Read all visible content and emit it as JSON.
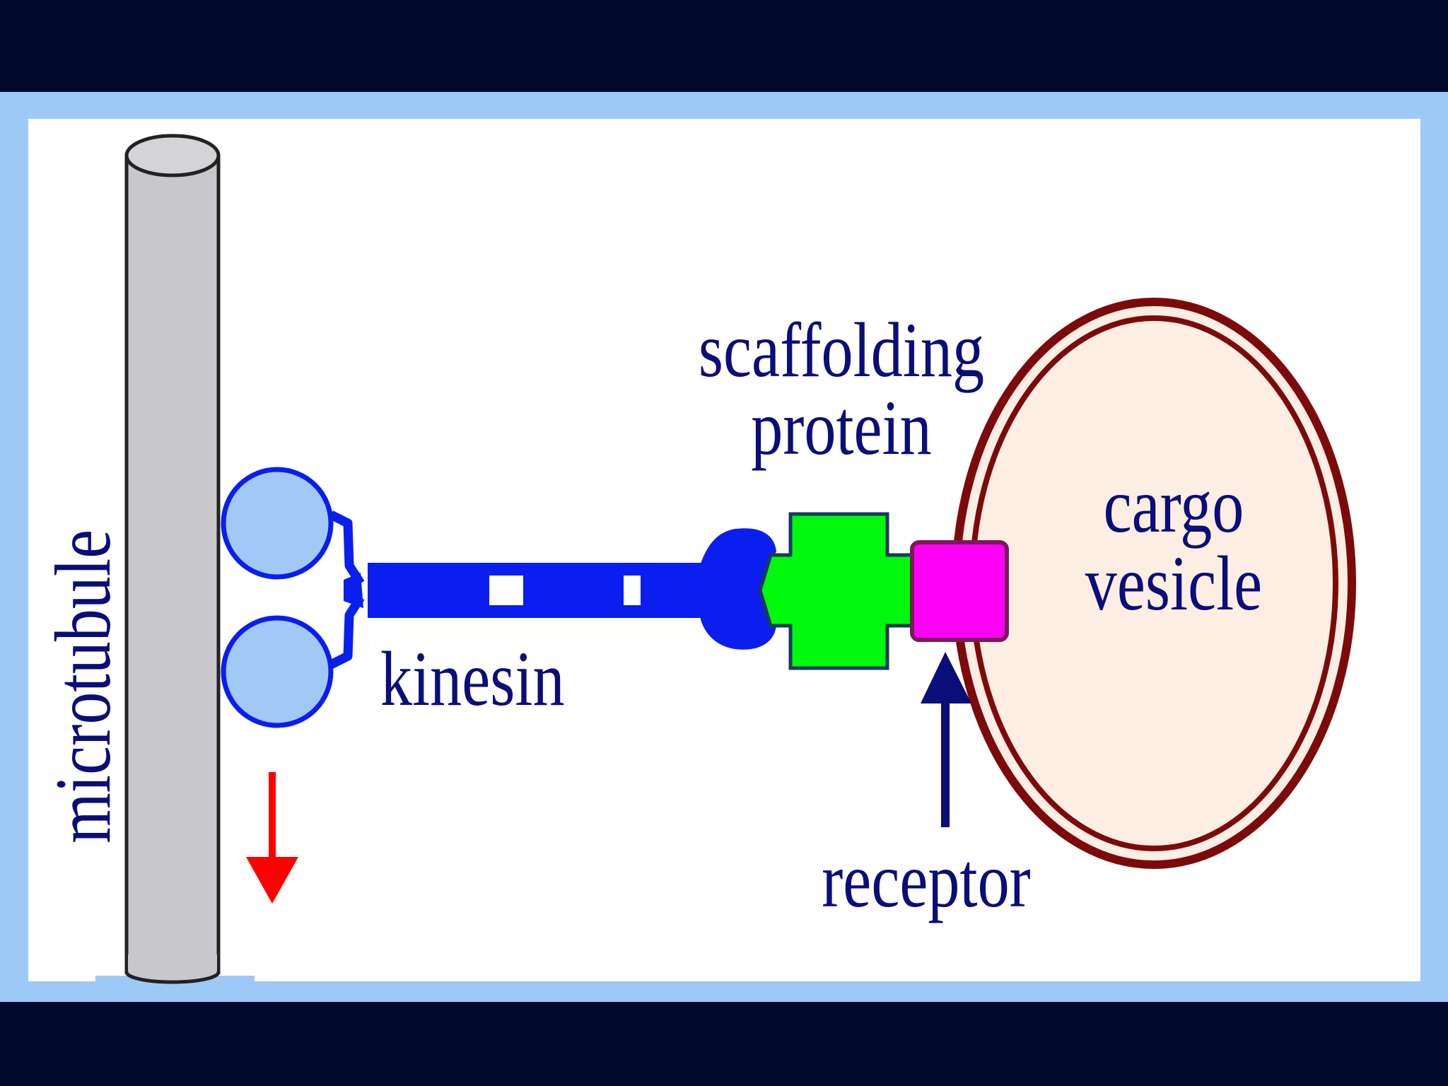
{
  "labels": {
    "microtubule": "microtubule",
    "kinesin": "kinesin",
    "scaffold_line1": "scaffolding",
    "scaffold_line2": "protein",
    "cargo_line1": "cargo",
    "cargo_line2": "vesicle",
    "receptor": "receptor"
  },
  "colors": {
    "background": "#010a2c",
    "frame": "#9dc9f7",
    "microtubule": "#c8c8cc",
    "kinesin": "#0a1ef0",
    "kinesin_head": "#a2c8f5",
    "scaffold": "#00f80c",
    "receptor": "#ff00f6",
    "vesicle_fill": "#fdeee3",
    "vesicle_membrane": "#7d0a0a",
    "label_text": "#0b0d78",
    "motion_arrow": "#ff0000",
    "pointer_arrow": "#0b0d78"
  },
  "arrows": {
    "motion": "down",
    "receptor_pointer": "up"
  }
}
